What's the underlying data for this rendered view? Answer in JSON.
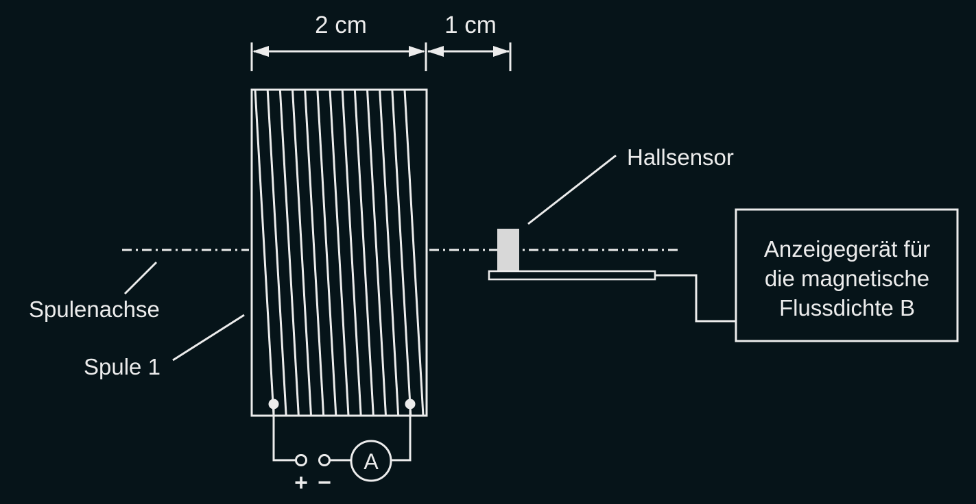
{
  "dimensions": {
    "coil_length": "2 cm",
    "gap": "1 cm"
  },
  "labels": {
    "hall_sensor": "Hallsensor",
    "coil_axis": "Spulenachse",
    "coil": "Spule 1",
    "display_device_line1": "Anzeigegerät für",
    "display_device_line2": "die magnetische",
    "display_device_line3": "Flussdichte B",
    "ammeter": "A",
    "plus": "+",
    "minus": "−"
  },
  "coil": {
    "winding_count": 13
  },
  "colors": {
    "background": "#061419",
    "foreground": "#ececec"
  }
}
